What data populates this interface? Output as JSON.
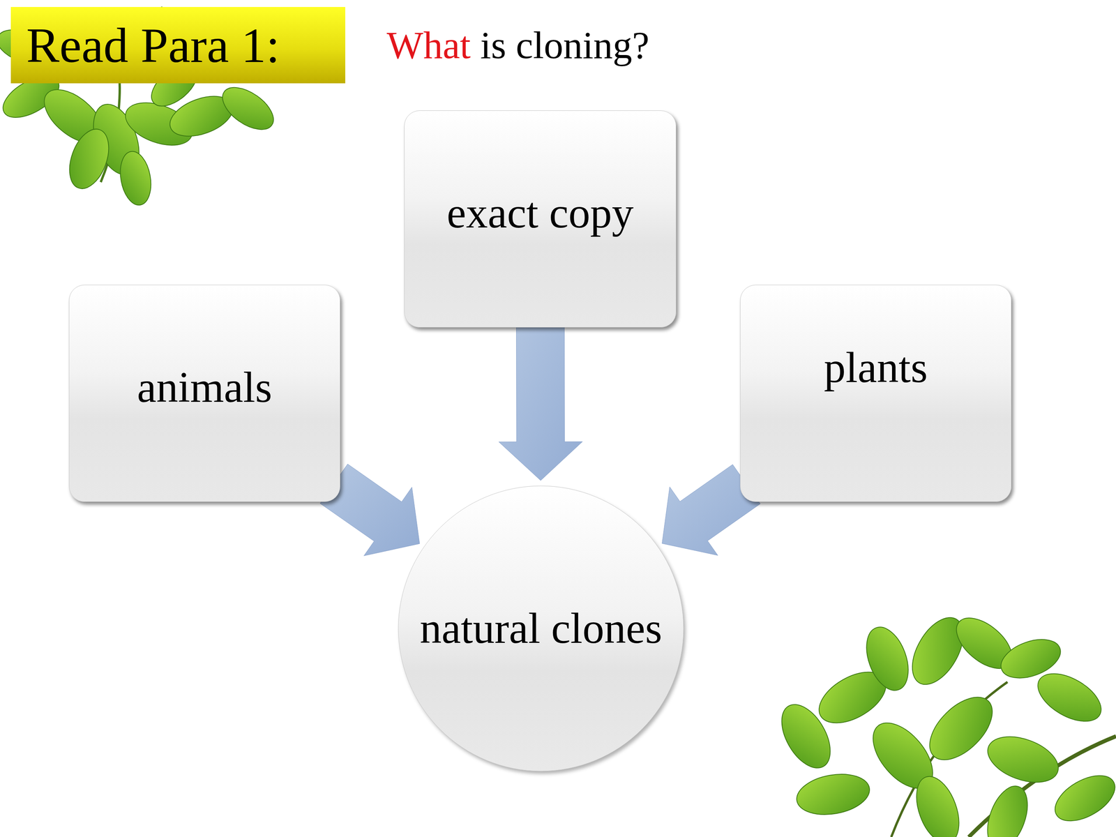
{
  "diagram": {
    "title": "Read Para 1:",
    "nodes": [
      {
        "text": [
          "exact copy"
        ]
      },
      {
        "text": [
          "animals"
        ]
      },
      {
        "text": [
          "plants"
        ]
      },
      {
        "text": [
          "natural clones"
        ]
      }
    ],
    "edges": [
      {
        "from": 0,
        "to": 3,
        "arrow": "to"
      },
      {
        "from": 1,
        "to": 3,
        "arrow": "to"
      },
      {
        "from": 2,
        "to": 3,
        "arrow": "to"
      }
    ],
    "labels": [
      "What is cloning?"
    ]
  }
}
